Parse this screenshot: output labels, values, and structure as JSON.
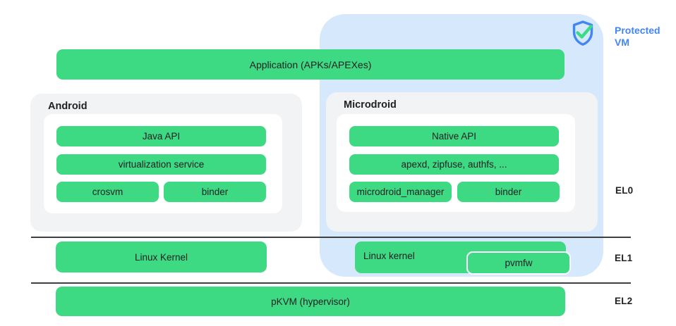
{
  "colors": {
    "green": "#3DD983",
    "protected_vm_bg": "#D6E9FC",
    "group_bg": "#F1F3F4",
    "accent_blue": "#4285F4",
    "check_green": "#3DDC84",
    "line": "#3C4043",
    "text": "#202124"
  },
  "protected_vm": {
    "label": "Protected\nVM",
    "icon": "shield-check-icon"
  },
  "application": {
    "label": "Application (APKs/APEXes)"
  },
  "android": {
    "title": "Android",
    "java_api": "Java API",
    "virtualization_service": "virtualization service",
    "crosvm": "crosvm",
    "binder": "binder"
  },
  "microdroid": {
    "title": "Microdroid",
    "native_api": "Native API",
    "apexd": "apexd, zipfuse, authfs, ...",
    "microdroid_manager": "microdroid_manager",
    "binder": "binder"
  },
  "exception_levels": {
    "el0": "EL0",
    "el1": "EL1",
    "el2": "EL2"
  },
  "kernels": {
    "android_kernel": "Linux Kernel",
    "vm_kernel": "Linux kernel",
    "pvmfw": "pvmfw"
  },
  "hypervisor": {
    "label": "pKVM (hypervisor)"
  }
}
